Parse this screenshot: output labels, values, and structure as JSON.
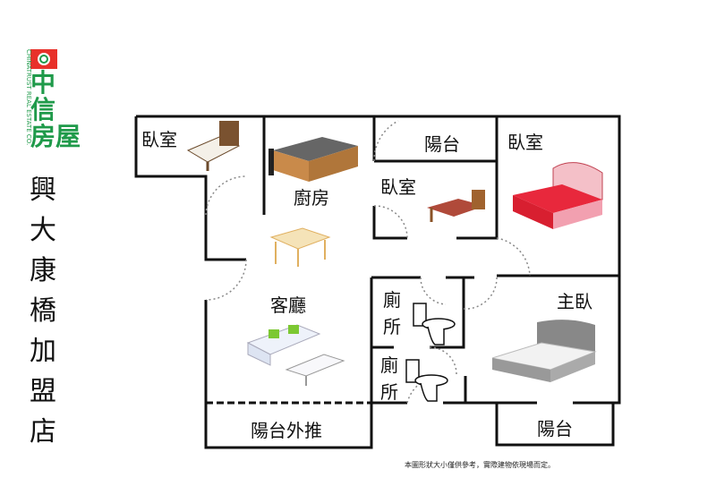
{
  "logo": {
    "brand": "中信房屋",
    "line1": "中",
    "line2": "信",
    "line3": "房屋",
    "english": "CHINATRUST REAL ESTATE CO.",
    "red": "#e8312a",
    "green": "#1f9a4a"
  },
  "store_name": "興大康橋加盟店",
  "rooms": {
    "bedroom_top_left": "臥室",
    "kitchen": "廚房",
    "balcony_top": "陽台",
    "bedroom_middle": "臥室",
    "bedroom_top_right": "臥室",
    "living_room": "客廳",
    "toilet_1": "廁所",
    "toilet_2": "廁所",
    "master_bedroom": "主臥",
    "balcony_extended": "陽台外推",
    "balcony_bottom": "陽台"
  },
  "note": "本圖形狀大小僅供參考，實際建物依現場而定。"
}
